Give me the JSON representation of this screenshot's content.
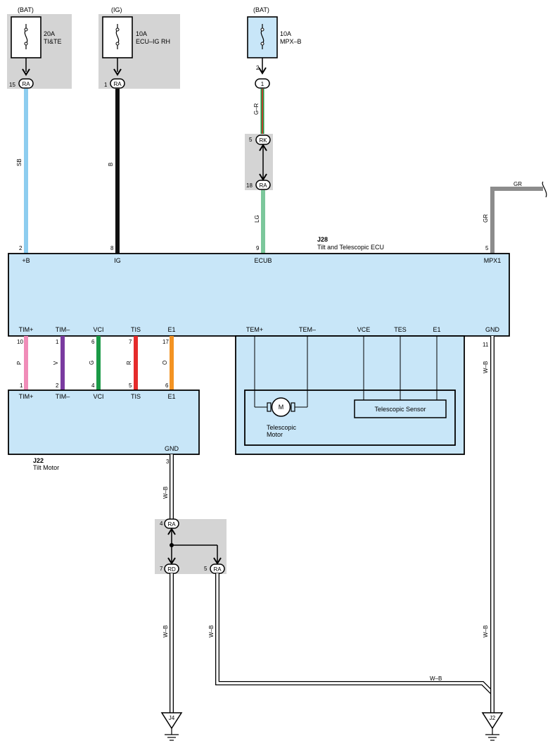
{
  "fuses": [
    {
      "source": "(BAT)",
      "amp": "20A",
      "name": "TI&TE",
      "pin": "15",
      "conn": "RA"
    },
    {
      "source": "(IG)",
      "amp": "10A",
      "name": "ECU–IG RH",
      "pin": "1",
      "conn": "RA"
    },
    {
      "source": "(BAT)",
      "amp": "10A",
      "name": "MPX–B",
      "pin": "2",
      "conn": "1"
    }
  ],
  "junctions": {
    "rk_pin": "5",
    "rk": "RK",
    "ra18_pin": "18",
    "ra18": "RA",
    "ra4_pin": "4",
    "ra4": "RA",
    "rd7_pin": "7",
    "rd7": "RD",
    "ra5_pin": "5",
    "ra5": "RA"
  },
  "wires": {
    "sb": "SB",
    "b": "B",
    "gr_upper": "G–R",
    "lg": "LG",
    "gr": "GR",
    "gr_end": "GR",
    "p": "P",
    "v": "V",
    "g": "G",
    "r": "R",
    "o": "O",
    "wb_right": "W–B",
    "wb_tilt": "W–B",
    "wb_left": "W–B",
    "wb_mid": "W–B",
    "wb_horiz": "W–B",
    "wb_j2": "W–B"
  },
  "ecu": {
    "code": "J28",
    "name": "Tilt and Telescopic ECU",
    "top_pins": [
      {
        "num": "2",
        "label": "+B"
      },
      {
        "num": "8",
        "label": "IG"
      },
      {
        "num": "9",
        "label": "ECUB"
      },
      {
        "num": "5",
        "label": "MPX1"
      }
    ],
    "bottom_pins": [
      {
        "num": "10",
        "label": "TIM+"
      },
      {
        "num": "1",
        "label": "TIM–"
      },
      {
        "num": "6",
        "label": "VCI"
      },
      {
        "num": "7",
        "label": "TIS"
      },
      {
        "num": "17",
        "label": "E1"
      }
    ],
    "inner_labels": [
      "TEM+",
      "TEM–",
      "VCE",
      "TES",
      "E1"
    ],
    "gnd": {
      "num": "11",
      "label": "GND"
    }
  },
  "tilt_motor": {
    "code": "J22",
    "name": "Tilt Motor",
    "pins": [
      {
        "num": "1",
        "label": "TIM+"
      },
      {
        "num": "2",
        "label": "TIM–"
      },
      {
        "num": "4",
        "label": "VCI"
      },
      {
        "num": "5",
        "label": "TIS"
      },
      {
        "num": "6",
        "label": "E1"
      }
    ],
    "gnd": {
      "num": "3",
      "label": "GND"
    }
  },
  "telescopic": {
    "motor_symbol": "M",
    "motor_line1": "Telescopic",
    "motor_line2": "Motor",
    "sensor": "Telescopic Sensor"
  },
  "grounds": [
    {
      "label": "J4"
    },
    {
      "label": "J2"
    }
  ],
  "colors": {
    "panel": "#c8e6f8",
    "shade": "#d4d4d4",
    "sb": "#8dcdef",
    "b": "#111111",
    "lg": "#7cc79b",
    "gr": "#8c8c8c",
    "p": "#f08cb8",
    "v": "#7a3ba0",
    "g": "#1a9a46",
    "r": "#e52b2b",
    "o": "#f39323"
  }
}
